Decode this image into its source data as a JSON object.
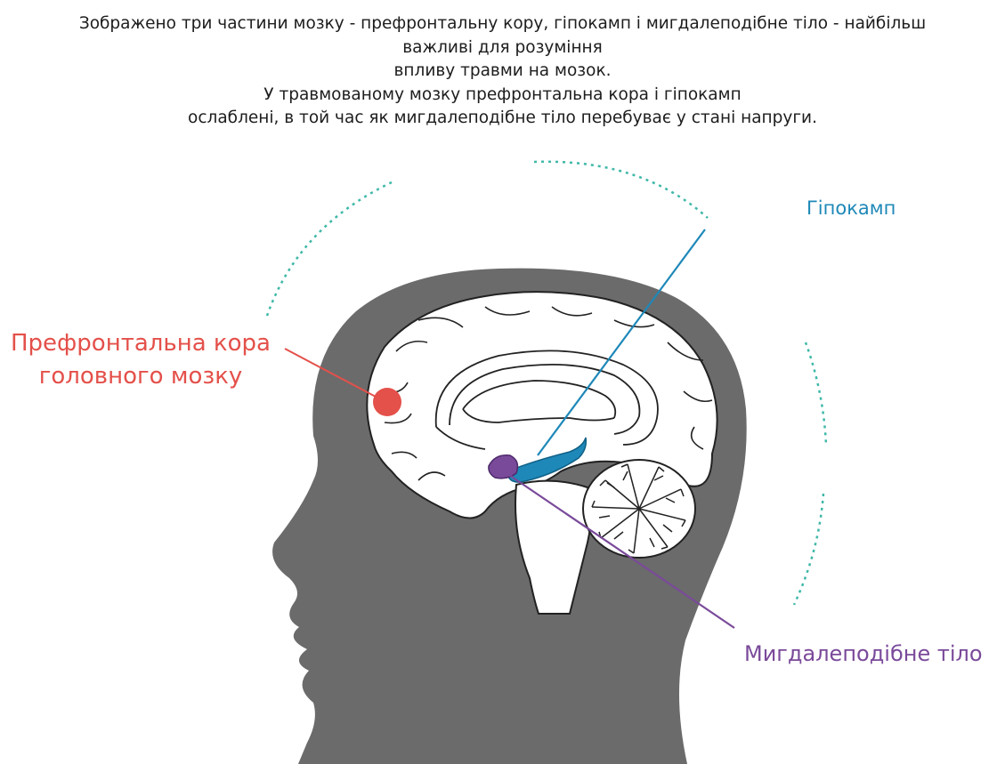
{
  "caption": {
    "lines": [
      "Зображено три частини мозку - префронтальну кору, гіпокамп і мигдалеподібне тіло - найбільш",
      "важливі для розуміння",
      "впливу травми на мозок.",
      "У травмованому мозку префронтальна кора і гіпокамп",
      "ослаблені, в той час як мигдалеподібне тіло перебуває у стані напруги."
    ]
  },
  "labels": {
    "hippocampus": "Гіпокамп",
    "prefrontal_cortex_line1": "Префронтальна кора",
    "prefrontal_cortex_line2": "головного мозку",
    "amygdala": "Мигдалеподібне тіло"
  },
  "colors": {
    "hippocampus": "#1e88b8",
    "prefrontal_cortex": "#e4504a",
    "amygdala": "#7a4a9a",
    "head_silhouette": "#6b6b6b",
    "dashed_arc": "#3fb8a8"
  }
}
